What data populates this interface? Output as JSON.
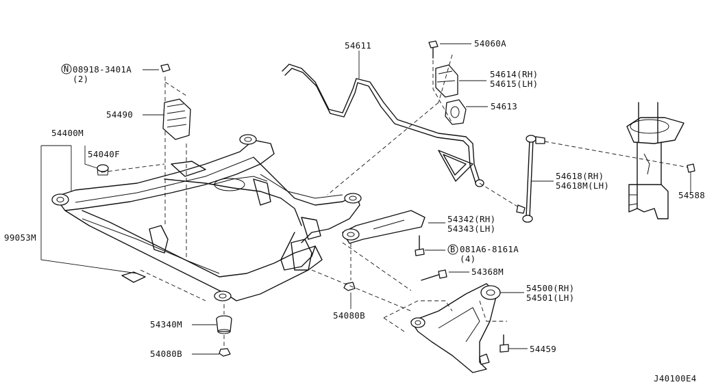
{
  "diagram_id": "J40100E4",
  "labels": {
    "p08918": "08918-3401A",
    "p08918_qty": "(2)",
    "p08918_prefix": "N",
    "p54490": "54490",
    "p54400m": "54400M",
    "p54040f": "54040F",
    "p99053m": "99053M",
    "p54340m": "54340M",
    "p54080b_left": "54080B",
    "p54611": "54611",
    "p54060a": "54060A",
    "p54614": "54614(RH)",
    "p54615": "54615(LH)",
    "p54613": "54613",
    "p54618": "54618(RH)",
    "p54618m": "54618M(LH)",
    "p54588": "54588",
    "p54342": "54342(RH)",
    "p54343": "54343(LH)",
    "p081a6": "081A6-8161A",
    "p081a6_qty": "(4)",
    "p081a6_prefix": "B",
    "p54368m": "54368M",
    "p54500": "54500(RH)",
    "p54501": "54501(LH)",
    "p54080b_center": "54080B",
    "p54459": "54459"
  }
}
